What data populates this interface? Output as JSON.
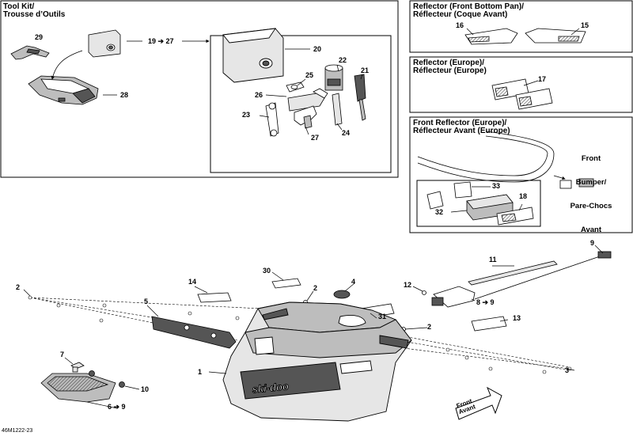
{
  "panels": {
    "tool_kit": {
      "title_line1": "Tool Kit/",
      "title_line2": "Trousse d’Outils"
    },
    "reflector_front_bottom": {
      "title_line1": "Reflector (Front Bottom Pan)/",
      "title_line2": "Réflecteur (Coque Avant)"
    },
    "reflector_europe": {
      "title_line1": "Reflector (Europe)/",
      "title_line2": "Réflecteur (Europe)"
    },
    "front_reflector_europe": {
      "title_line1": "Front Reflector (Europe)/",
      "title_line2": "Réflecteur Avant (Europe)"
    }
  },
  "bumper_label": {
    "l1": "Front",
    "l2": "Bumper/",
    "l3": "Pare-Chocs",
    "l4": "Avant"
  },
  "front_badge": {
    "l1": "Front",
    "l2": "Avant"
  },
  "drawing_code": "46M1222-23",
  "arrow_glyph": "➔",
  "callouts": {
    "c29": "29",
    "c19_27": "19 ➔ 27",
    "c28": "28",
    "c20": "20",
    "c22": "22",
    "c25": "25",
    "c21": "21",
    "c26": "26",
    "c23": "23",
    "c27": "27",
    "c24": "24",
    "c16": "16",
    "c15": "15",
    "c17": "17",
    "c33": "33",
    "c18": "18",
    "c32": "32",
    "c9": "9",
    "c11": "11",
    "c30": "30",
    "c2a": "2",
    "c4": "4",
    "c14": "14",
    "c12": "12",
    "c8_9": "8 ➔ 9",
    "c31": "31",
    "c2b": "2",
    "c13": "13",
    "c2c": "2",
    "c5": "5",
    "c7": "7",
    "c1": "1",
    "c3": "3",
    "c10": "10",
    "c6_9": "6 ➔ 9"
  },
  "colors": {
    "line": "#000000",
    "part_fill": "#e6e6e6",
    "shade": "#bdbdbd",
    "dark": "#555555",
    "panel_border": "#000000"
  }
}
